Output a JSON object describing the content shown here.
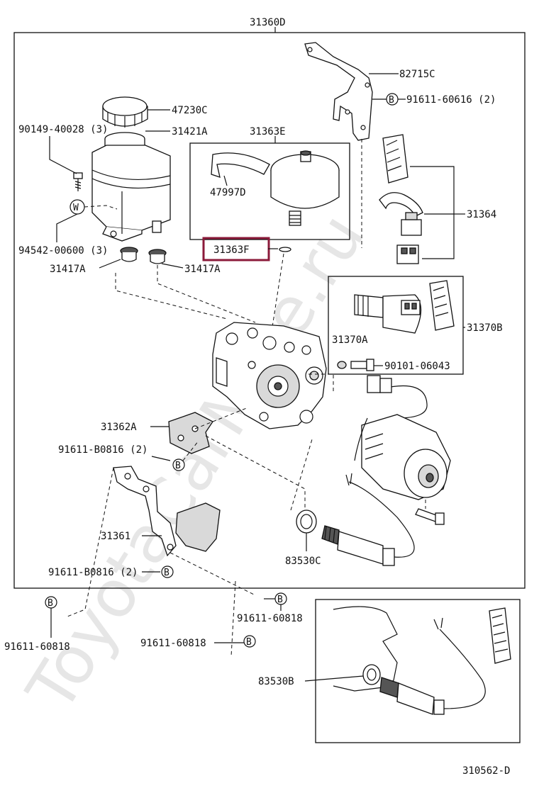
{
  "watermark": "ToyotaCarMine.ru",
  "figure_code": "310562-D",
  "labels": {
    "l_31360D": "31360D",
    "l_82715C": "82715C",
    "l_91611_60616": "91611-60616 (2)",
    "l_47230C": "47230C",
    "l_31421A": "31421A",
    "l_31363E": "31363E",
    "l_90149": "90149-40028 (3)",
    "l_47997D": "47997D",
    "l_94542": "94542-00600 (3)",
    "l_31417A_left": "31417A",
    "l_31417A_right": "31417A",
    "l_31363F": "31363F",
    "l_31364": "31364",
    "l_31370B": "31370B",
    "l_31370A": "31370A",
    "l_90101": "90101-06043",
    "l_31362A": "31362A",
    "l_91611_B0816_top": "91611-B0816 (2)",
    "l_31361": "31361",
    "l_91611_B0816_bot": "91611-B0816 (2)",
    "l_83530C": "83530C",
    "l_91611_60818_mid": "91611-60818",
    "l_91611_60818_left": "91611-60818",
    "l_91611_60818_low": "91611-60818",
    "l_83530B": "83530B"
  },
  "markers": {
    "bolt_marker": "B",
    "washer_marker": "W"
  },
  "colors": {
    "highlight": "#8b1a3a",
    "line": "#111111",
    "watermark": "#e6e6e6"
  }
}
